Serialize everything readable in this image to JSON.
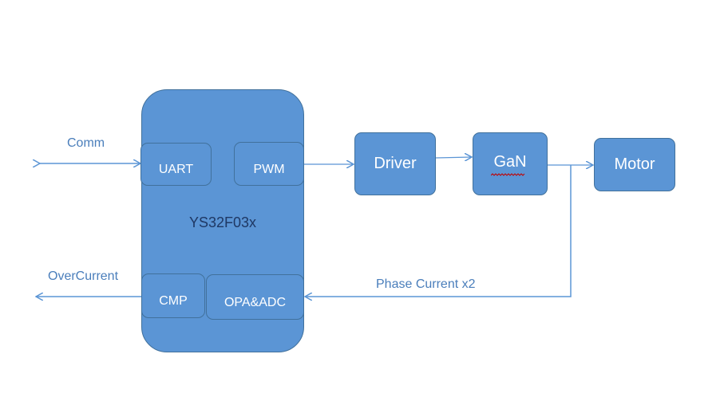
{
  "colors": {
    "box_fill": "#5b95d5",
    "box_stroke": "#41719c",
    "line": "#5b95d5",
    "label_text": "#4a7ebb",
    "chip_text": "#1f3864",
    "spellcheck": "#c00000"
  },
  "mcu": {
    "title": "YS32F03x",
    "blocks": {
      "uart": "UART",
      "pwm": "PWM",
      "cmp": "CMP",
      "opa_adc": "OPA&ADC"
    }
  },
  "blocks": {
    "driver": "Driver",
    "gan": "GaN",
    "motor": "Motor"
  },
  "signals": {
    "comm": "Comm",
    "overcurrent": "OverCurrent",
    "phase_current": "Phase Current x2"
  }
}
